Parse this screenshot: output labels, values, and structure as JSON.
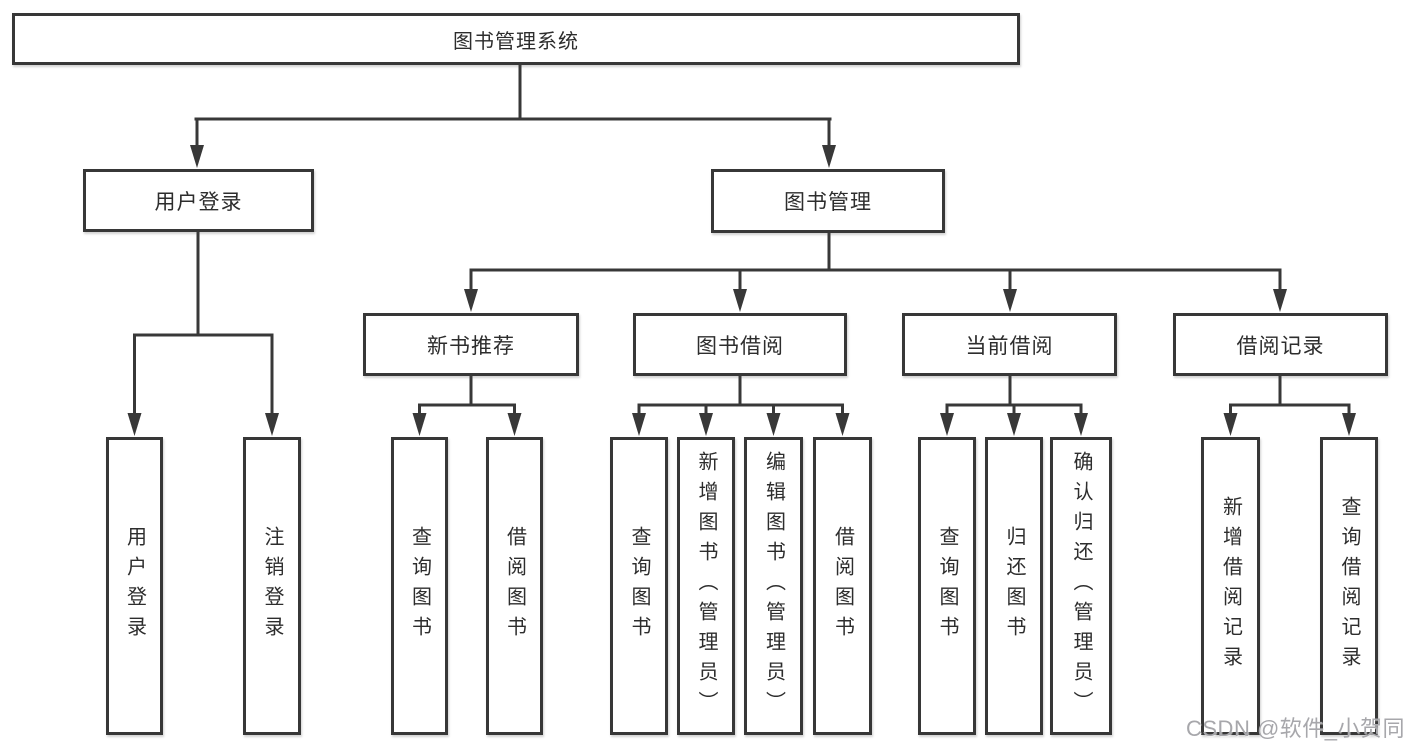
{
  "diagram": {
    "type": "hierarchy-tree",
    "colors": {
      "line": "#383838",
      "box_border": "#373737",
      "text": "#2d2d2d",
      "background": "#ffffff",
      "watermark": "#a7a7ab"
    },
    "tree": {
      "label": "图书管理系统",
      "children": [
        {
          "label": "用户登录",
          "children": [
            {
              "label": "用户登录"
            },
            {
              "label": "注销登录"
            }
          ]
        },
        {
          "label": "图书管理",
          "children": [
            {
              "label": "新书推荐",
              "children": [
                {
                  "label": "查询图书"
                },
                {
                  "label": "借阅图书"
                }
              ]
            },
            {
              "label": "图书借阅",
              "children": [
                {
                  "label": "查询图书"
                },
                {
                  "label": "新增图书（管理员）"
                },
                {
                  "label": "编辑图书（管理员）"
                },
                {
                  "label": "借阅图书"
                }
              ]
            },
            {
              "label": "当前借阅",
              "children": [
                {
                  "label": "查询图书"
                },
                {
                  "label": "归还图书"
                },
                {
                  "label": "确认归还（管理员）"
                }
              ]
            },
            {
              "label": "借阅记录",
              "children": [
                {
                  "label": "新增借阅记录"
                },
                {
                  "label": "查询借阅记录"
                }
              ]
            }
          ]
        }
      ]
    }
  },
  "watermark": {
    "text": "CSDN @软件_小贺同学"
  }
}
